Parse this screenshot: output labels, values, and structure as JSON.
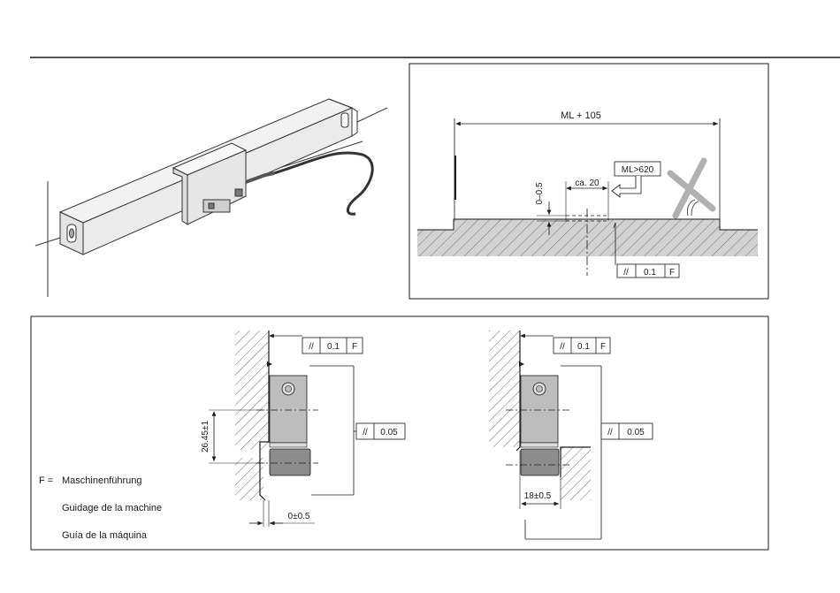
{
  "top_right": {
    "dimension_overall": "ML + 105",
    "callout_ml": "ML>620",
    "dimension_ca": "ca. 20",
    "dimension_gap": "0–0.5",
    "tolerance": {
      "symbol": "//",
      "value": "0.1",
      "datum": "F"
    }
  },
  "bottom_left": {
    "tolerance_top": {
      "symbol": "//",
      "value": "0.1",
      "datum": "F"
    },
    "tolerance_side": {
      "symbol": "//",
      "value": "0.05"
    },
    "dimension_height": "26.45±1",
    "dimension_offset": "0±0.5"
  },
  "bottom_right": {
    "tolerance_top": {
      "symbol": "//",
      "value": "0.1",
      "datum": "F"
    },
    "tolerance_side": {
      "symbol": "//",
      "value": "0.05"
    },
    "dimension_width": "18±0.5"
  },
  "legend": {
    "key": "F =",
    "lines": [
      "Maschinenführung",
      "Guidage de la machine",
      "Guía de la máquina"
    ]
  },
  "colors": {
    "hatch_fill": "#d2d2d2",
    "part_fill": "#bdbdbd",
    "part_dark": "#8c8c8c",
    "line": "#1a1a1a"
  }
}
